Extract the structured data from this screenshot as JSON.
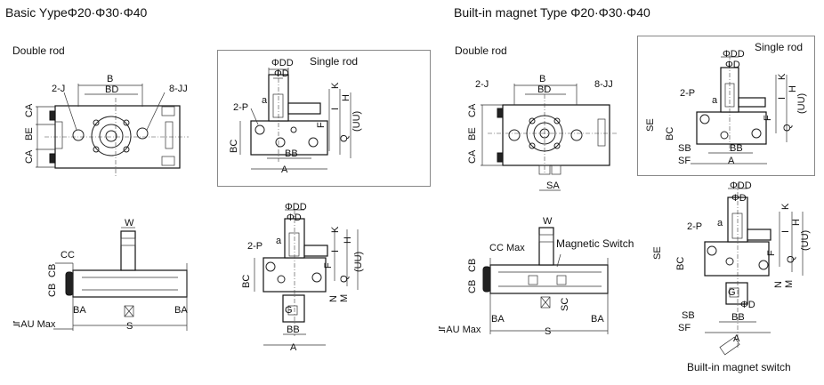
{
  "left_title": "Basic YypeΦ20·Φ30·Φ40",
  "right_title": "Built-in magnet Type Φ20·Φ30·Φ40",
  "left_subtitle": "Double rod",
  "right_subtitle": "Double rod",
  "single_rod_label": "Single rod",
  "magnet_switch_label": "Magnetic Switch",
  "builtin_switch_label": "Built-in magnet switch",
  "dims": {
    "B": "B",
    "BD": "BD",
    "J2": "2-J",
    "JJ8": "8-JJ",
    "CA": "CA",
    "BE": "BE",
    "CC": "CC",
    "CCMax": "CC Max",
    "CB": "CB",
    "BA": "BA",
    "S": "S",
    "W": "W",
    "AUMax": "≒AU Max",
    "DD": "ΦDD",
    "D": "ΦD",
    "P2": "2-P",
    "a": "a",
    "K": "K",
    "I": "I",
    "H": "H",
    "UU": "(UU)",
    "Q": "Q",
    "F": "F",
    "BC": "BC",
    "BB": "BB",
    "A": "A",
    "N": "N",
    "M": "M",
    "G": "G",
    "SA": "SA",
    "SC": "SC",
    "SE": "SE",
    "SB": "SB",
    "SF": "SF"
  }
}
